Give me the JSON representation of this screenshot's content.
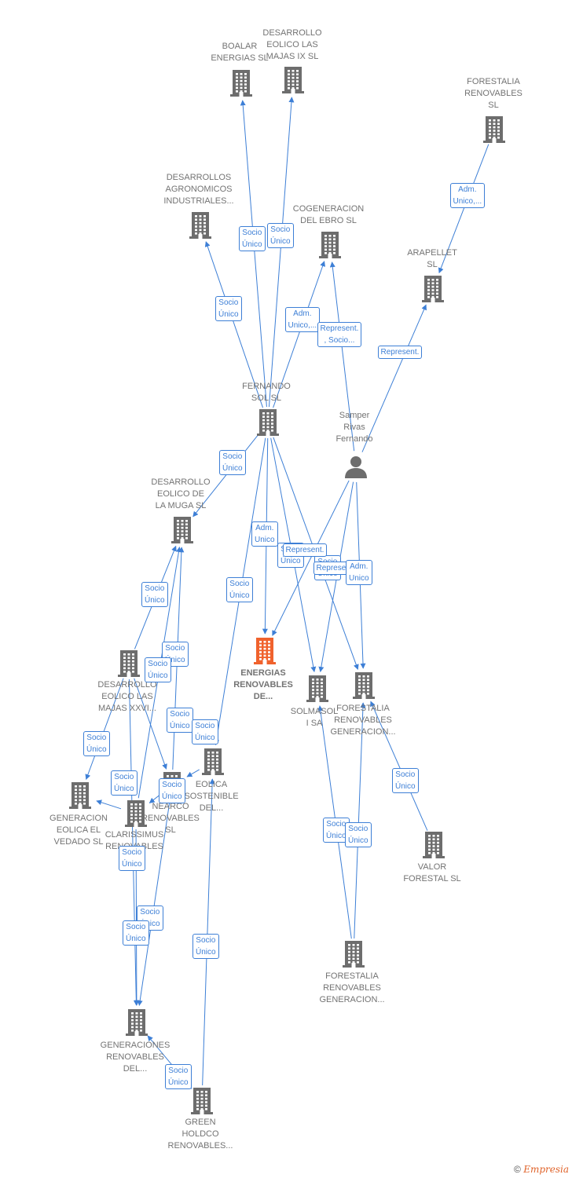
{
  "colors": {
    "edge": "#3d7fd6",
    "building": "#6d6d6d",
    "highlight": "#f0622d"
  },
  "nodes": [
    {
      "id": "boalar",
      "label": "BOALAR\nENERGIAS  SL",
      "type": "company"
    },
    {
      "id": "majas9",
      "label": "DESARROLLO\nEOLICO LAS\nMAJAS IX  SL",
      "type": "company"
    },
    {
      "id": "forestalia",
      "label": "FORESTALIA\nRENOVABLES\nSL",
      "type": "company"
    },
    {
      "id": "agronomicos",
      "label": "DESARROLLOS\nAGRONOMICOS\nINDUSTRIALES...",
      "type": "company"
    },
    {
      "id": "cogeneracion",
      "label": "COGENERACION\nDEL EBRO  SL",
      "type": "company"
    },
    {
      "id": "arapellet",
      "label": "ARAPELLET\nSL",
      "type": "company"
    },
    {
      "id": "fernando",
      "label": "FERNANDO\nSOL SL",
      "type": "company"
    },
    {
      "id": "samper",
      "label": "Samper\nRivas\nFernando",
      "type": "person"
    },
    {
      "id": "muga",
      "label": "DESARROLLO\nEOLICO DE\nLA MUGA SL",
      "type": "company"
    },
    {
      "id": "energias",
      "label": "ENERGIAS\nRENOVABLES\nDE...",
      "type": "highlight"
    },
    {
      "id": "majas26",
      "label": "DESARROLLO\nEOLICO LAS\nMAJAS XXVI...",
      "type": "company"
    },
    {
      "id": "solmaso",
      "label": "SOLMASOL\nI SA",
      "type": "company"
    },
    {
      "id": "forgen1",
      "label": "FORESTALIA\nRENOVABLES\nGENERACION...",
      "type": "company"
    },
    {
      "id": "eolica",
      "label": "EOLICA\nSOSTENIBLE\nDEL...",
      "type": "company"
    },
    {
      "id": "vedado",
      "label": "GENERACION\nEOLICA EL\nVEDADO SL",
      "type": "company"
    },
    {
      "id": "clarissimus",
      "label": "CLARISSIMUS\nRENOVABLES",
      "type": "company"
    },
    {
      "id": "nearco",
      "label": "NEARCO\nRENOVABLES\nSL",
      "type": "company"
    },
    {
      "id": "valor",
      "label": "VALOR\nFORESTAL SL",
      "type": "company"
    },
    {
      "id": "forgen2",
      "label": "FORESTALIA\nRENOVABLES\nGENERACION...",
      "type": "company"
    },
    {
      "id": "generaciones",
      "label": "GENERACIONES\nRENOVABLES\nDEL...",
      "type": "company"
    },
    {
      "id": "green",
      "label": "GREEN\nHOLDCO\nRENOVABLES...",
      "type": "company"
    }
  ],
  "edges": [
    {
      "from": "fernando",
      "to": "boalar",
      "label": "Socio\nÚnico"
    },
    {
      "from": "fernando",
      "to": "majas9",
      "label": "Socio\nÚnico"
    },
    {
      "from": "fernando",
      "to": "agronomicos",
      "label": "Socio\nÚnico"
    },
    {
      "from": "fernando",
      "to": "cogeneracion",
      "label": "Adm.\nUnico,..."
    },
    {
      "from": "samper",
      "to": "cogeneracion",
      "label": "Represent.\n, Socio..."
    },
    {
      "from": "forestalia",
      "to": "arapellet",
      "label": "Adm.\nUnico,..."
    },
    {
      "from": "samper",
      "to": "arapellet",
      "label": "Represent."
    },
    {
      "from": "fernando",
      "to": "muga",
      "label": "Socio\nÚnico"
    },
    {
      "from": "fernando",
      "to": "energias",
      "label": "Adm.\nUnico"
    },
    {
      "from": "fernando",
      "to": "solmaso",
      "label": "Socio\nÚnico"
    },
    {
      "from": "fernando",
      "to": "forgen1",
      "label": "Socio\nÚnico"
    },
    {
      "from": "samper",
      "to": "energias",
      "label": "Represent."
    },
    {
      "from": "samper",
      "to": "solmaso",
      "label": "Represent."
    },
    {
      "from": "samper",
      "to": "forgen1",
      "label": "Adm.\nUnico"
    },
    {
      "from": "fernando",
      "to": "eolica",
      "label": "Socio\nÚnico"
    },
    {
      "from": "majas26",
      "to": "muga",
      "label": "Socio\nÚnico"
    },
    {
      "from": "majas26",
      "to": "vedado",
      "label": "Socio\nÚnico"
    },
    {
      "from": "clarissimus",
      "to": "muga",
      "label": "Socio\nÚnico"
    },
    {
      "from": "nearco",
      "to": "muga",
      "label": "Socio\nÚnico"
    },
    {
      "from": "majas26",
      "to": "nearco",
      "label": "Socio\nÚnico"
    },
    {
      "from": "eolica",
      "to": "nearco",
      "label": "Socio\nÚnico"
    },
    {
      "from": "clarissimus",
      "to": "vedado",
      "label": "Socio\nÚnico"
    },
    {
      "from": "nearco",
      "to": "clarissimus",
      "label": "Socio\nÚnico"
    },
    {
      "from": "clarissimus",
      "to": "generaciones",
      "label": "Socio\nÚnico"
    },
    {
      "from": "majas26",
      "to": "generaciones",
      "label": "Socio\nÚnico"
    },
    {
      "from": "nearco",
      "to": "generaciones",
      "label": "Socio\nÚnico"
    },
    {
      "from": "green",
      "to": "eolica",
      "label": "Socio\nÚnico"
    },
    {
      "from": "green",
      "to": "generaciones",
      "label": "Socio\nÚnico"
    },
    {
      "from": "forgen2",
      "to": "solmaso",
      "label": "Socio\nÚnico"
    },
    {
      "from": "forgen2",
      "to": "forgen1",
      "label": "Socio\nÚnico"
    },
    {
      "from": "valor",
      "to": "forgen1",
      "label": "Socio\nÚnico"
    }
  ],
  "footer": {
    "copyright": "©",
    "brand": "Empresia"
  }
}
